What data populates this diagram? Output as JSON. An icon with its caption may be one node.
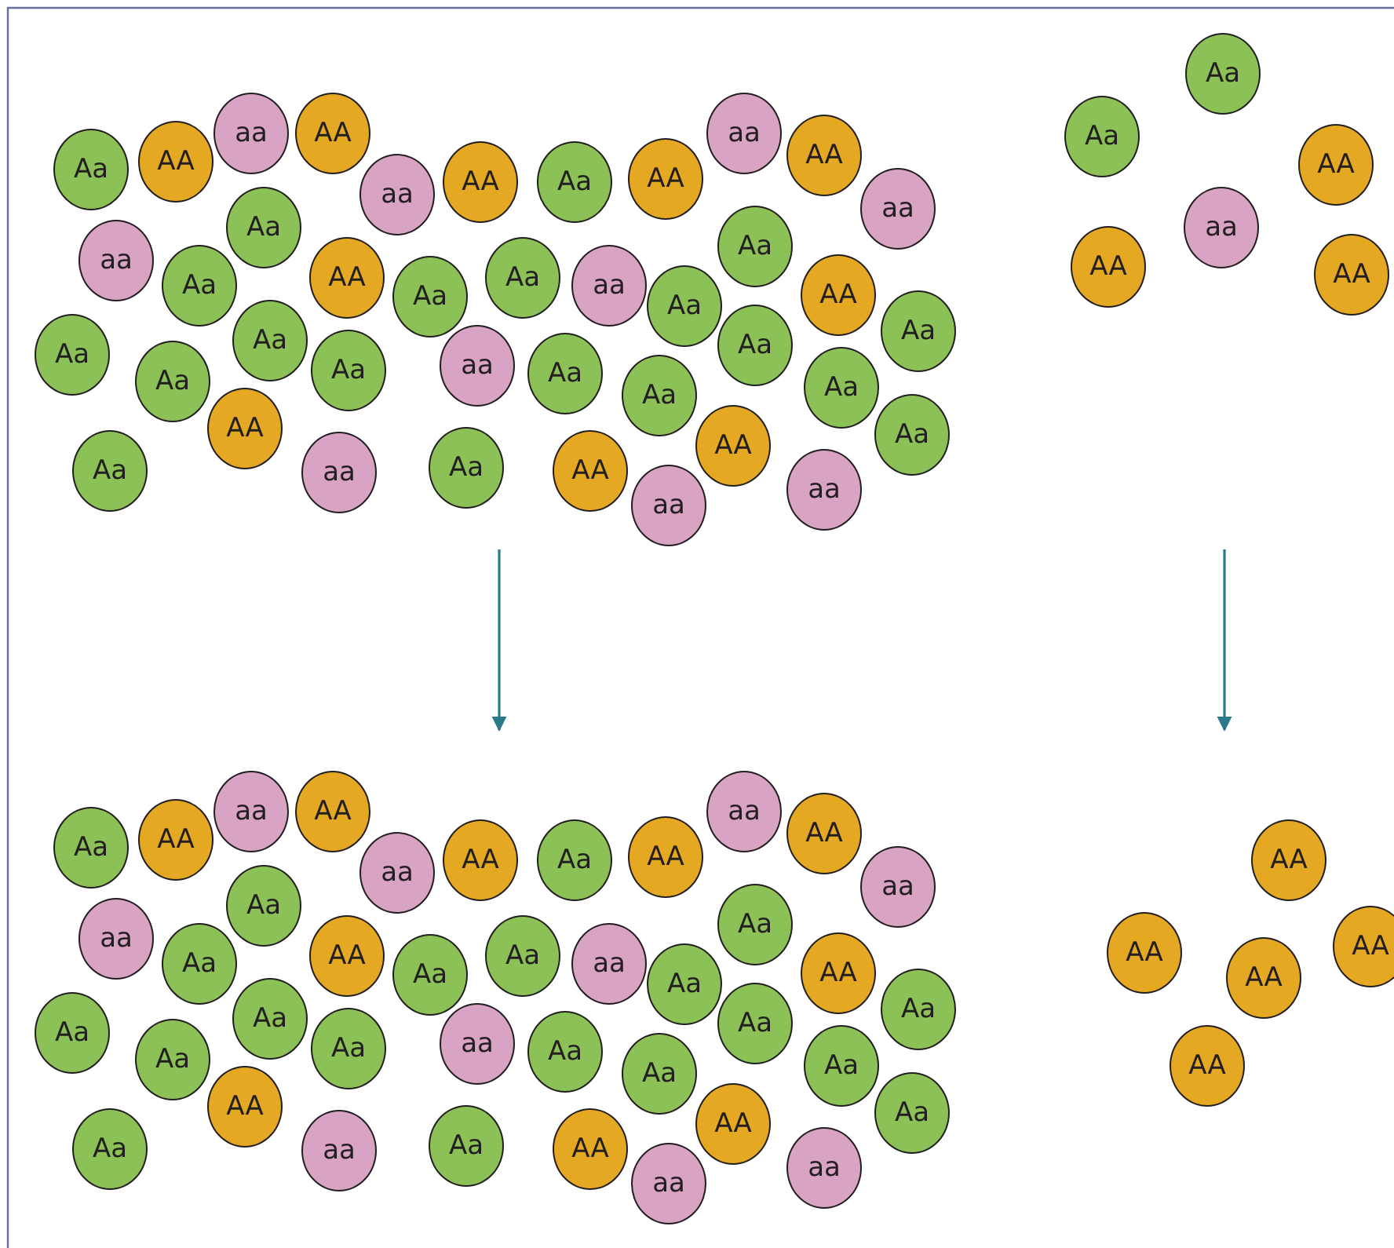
{
  "diagram": {
    "nodes": [
      {
        "text": [
          "Aa"
        ]
      },
      {
        "text": [
          "AA"
        ]
      },
      {
        "text": [
          "aa"
        ]
      },
      {
        "text": [
          "AA"
        ]
      },
      {
        "text": [
          "aa"
        ]
      },
      {
        "text": [
          "AA"
        ]
      },
      {
        "text": [
          "Aa"
        ]
      },
      {
        "text": [
          "AA"
        ]
      },
      {
        "text": [
          "aa"
        ]
      },
      {
        "text": [
          "AA"
        ]
      },
      {
        "text": [
          "aa"
        ]
      },
      {
        "text": [
          "aa"
        ]
      },
      {
        "text": [
          "Aa"
        ]
      },
      {
        "text": [
          "Aa"
        ]
      },
      {
        "text": [
          "AA"
        ]
      },
      {
        "text": [
          "Aa"
        ]
      },
      {
        "text": [
          "Aa"
        ]
      },
      {
        "text": [
          "aa"
        ]
      },
      {
        "text": [
          "Aa"
        ]
      },
      {
        "text": [
          "Aa"
        ]
      },
      {
        "text": [
          "AA"
        ]
      },
      {
        "text": [
          "Aa"
        ]
      },
      {
        "text": [
          "Aa"
        ]
      },
      {
        "text": [
          "Aa"
        ]
      },
      {
        "text": [
          "Aa"
        ]
      },
      {
        "text": [
          "aa"
        ]
      },
      {
        "text": [
          "Aa"
        ]
      },
      {
        "text": [
          "Aa"
        ]
      },
      {
        "text": [
          "Aa"
        ]
      },
      {
        "text": [
          "Aa"
        ]
      },
      {
        "text": [
          "Aa"
        ]
      },
      {
        "text": [
          "AA"
        ]
      },
      {
        "text": [
          "Aa"
        ]
      },
      {
        "text": [
          "Aa"
        ]
      },
      {
        "text": [
          "aa"
        ]
      },
      {
        "text": [
          "Aa"
        ]
      },
      {
        "text": [
          "AA"
        ]
      },
      {
        "text": [
          "AA"
        ]
      },
      {
        "text": [
          "aa"
        ]
      },
      {
        "text": [
          "aa"
        ]
      },
      {
        "text": [
          "Aa"
        ]
      },
      {
        "text": [
          "Aa"
        ]
      },
      {
        "text": [
          "AA"
        ]
      },
      {
        "text": [
          "aa"
        ]
      },
      {
        "text": [
          "AA"
        ]
      },
      {
        "text": [
          "AA"
        ]
      },
      {
        "text": [
          "Aa"
        ]
      },
      {
        "text": [
          "AA"
        ]
      },
      {
        "text": [
          "aa"
        ]
      },
      {
        "text": [
          "AA"
        ]
      },
      {
        "text": [
          "aa"
        ]
      },
      {
        "text": [
          "AA"
        ]
      },
      {
        "text": [
          "Aa"
        ]
      },
      {
        "text": [
          "AA"
        ]
      },
      {
        "text": [
          "aa"
        ]
      },
      {
        "text": [
          "AA"
        ]
      },
      {
        "text": [
          "aa"
        ]
      },
      {
        "text": [
          "aa"
        ]
      },
      {
        "text": [
          "Aa"
        ]
      },
      {
        "text": [
          "Aa"
        ]
      },
      {
        "text": [
          "AA"
        ]
      },
      {
        "text": [
          "Aa"
        ]
      },
      {
        "text": [
          "Aa"
        ]
      },
      {
        "text": [
          "aa"
        ]
      },
      {
        "text": [
          "Aa"
        ]
      },
      {
        "text": [
          "Aa"
        ]
      },
      {
        "text": [
          "AA"
        ]
      },
      {
        "text": [
          "Aa"
        ]
      },
      {
        "text": [
          "Aa"
        ]
      },
      {
        "text": [
          "Aa"
        ]
      },
      {
        "text": [
          "Aa"
        ]
      },
      {
        "text": [
          "aa"
        ]
      },
      {
        "text": [
          "Aa"
        ]
      },
      {
        "text": [
          "Aa"
        ]
      },
      {
        "text": [
          "Aa"
        ]
      },
      {
        "text": [
          "Aa"
        ]
      },
      {
        "text": [
          "Aa"
        ]
      },
      {
        "text": [
          "AA"
        ]
      },
      {
        "text": [
          "Aa"
        ]
      },
      {
        "text": [
          "Aa"
        ]
      },
      {
        "text": [
          "aa"
        ]
      },
      {
        "text": [
          "Aa"
        ]
      },
      {
        "text": [
          "AA"
        ]
      },
      {
        "text": [
          "AA"
        ]
      },
      {
        "text": [
          "aa"
        ]
      },
      {
        "text": [
          "aa"
        ]
      },
      {
        "text": [
          "AA"
        ]
      },
      {
        "text": [
          "AA"
        ]
      },
      {
        "text": [
          "AA"
        ]
      },
      {
        "text": [
          "AA"
        ]
      },
      {
        "text": [
          "AA"
        ]
      }
    ]
  }
}
